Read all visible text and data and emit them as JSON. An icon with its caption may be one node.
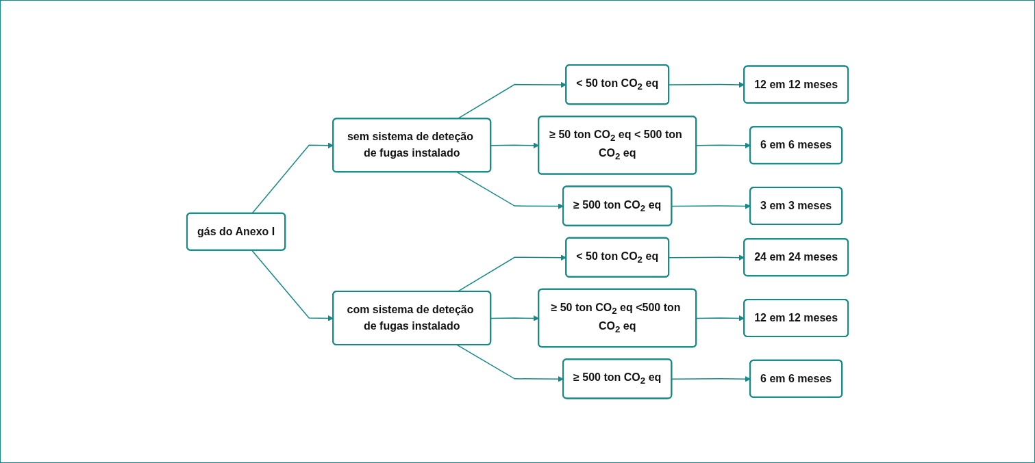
{
  "diagram": {
    "nodes": [
      {
        "text": [
          "gás do Anexo I"
        ]
      },
      {
        "text": [
          "sem sistema de deteção de fugas instalado"
        ]
      },
      {
        "text": [
          "com sistema de deteção de fugas instalado"
        ]
      },
      {
        "text": [
          "< 50 ton CO$_{2}$ eq"
        ]
      },
      {
        "text": [
          "≥ 50 ton CO$_{2}$ eq < 500 ton CO$_{2}$ eq"
        ]
      },
      {
        "text": [
          "≥ 500 ton CO$_{2}$ eq"
        ]
      },
      {
        "text": [
          "< 50 ton CO$_{2}$ eq"
        ]
      },
      {
        "text": [
          "≥ 50 ton CO$_{2}$ eq <500 ton CO$_{2}$ eq"
        ]
      },
      {
        "text": [
          "≥ 500 ton CO$_{2}$ eq"
        ]
      },
      {
        "text": [
          "12 em 12 meses"
        ]
      },
      {
        "text": [
          "6 em 6 meses"
        ]
      },
      {
        "text": [
          "3 em 3 meses"
        ]
      },
      {
        "text": [
          "24 em 24 meses"
        ]
      },
      {
        "text": [
          "12 em 12 meses"
        ]
      },
      {
        "text": [
          "6 em 6 meses"
        ]
      }
    ],
    "edges": [
      {
        "from": 0,
        "to": 1,
        "arrow": "to"
      },
      {
        "from": 0,
        "to": 2,
        "arrow": "to"
      },
      {
        "from": 1,
        "to": 3,
        "arrow": "to"
      },
      {
        "from": 1,
        "to": 4,
        "arrow": "to"
      },
      {
        "from": 1,
        "to": 5,
        "arrow": "to"
      },
      {
        "from": 2,
        "to": 6,
        "arrow": "to"
      },
      {
        "from": 2,
        "to": 7,
        "arrow": "to"
      },
      {
        "from": 2,
        "to": 8,
        "arrow": "to"
      },
      {
        "from": 3,
        "to": 9,
        "arrow": "to"
      },
      {
        "from": 4,
        "to": 10,
        "arrow": "to"
      },
      {
        "from": 5,
        "to": 11,
        "arrow": "to"
      },
      {
        "from": 6,
        "to": 12,
        "arrow": "to"
      },
      {
        "from": 7,
        "to": 13,
        "arrow": "to"
      },
      {
        "from": 8,
        "to": 14,
        "arrow": "to"
      }
    ]
  }
}
